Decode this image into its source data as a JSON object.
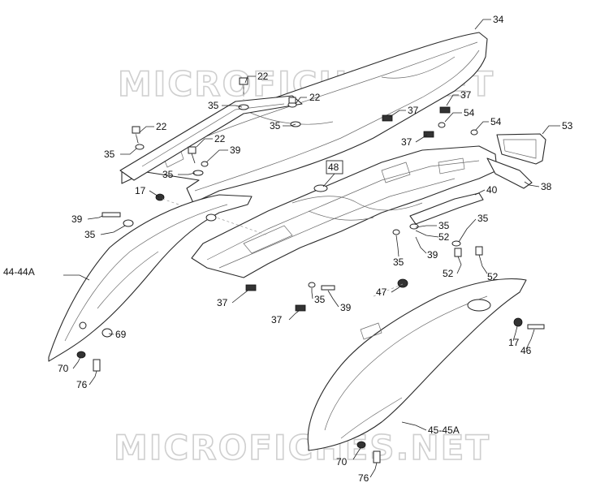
{
  "watermark": {
    "top": "MICROFICHES.NET",
    "bottom": "MICROFICHES.NET"
  },
  "callouts": [
    {
      "id": "c34",
      "text": "34"
    },
    {
      "id": "c22a",
      "text": "22"
    },
    {
      "id": "c22b",
      "text": "22"
    },
    {
      "id": "c22c",
      "text": "22"
    },
    {
      "id": "c22d",
      "text": "22"
    },
    {
      "id": "c35a",
      "text": "35"
    },
    {
      "id": "c35b",
      "text": "35"
    },
    {
      "id": "c35c",
      "text": "35"
    },
    {
      "id": "c35d",
      "text": "35"
    },
    {
      "id": "c35e",
      "text": "35"
    },
    {
      "id": "c35f",
      "text": "35"
    },
    {
      "id": "c35g",
      "text": "35"
    },
    {
      "id": "c35h",
      "text": "35"
    },
    {
      "id": "c35i",
      "text": "35"
    },
    {
      "id": "c37a",
      "text": "37"
    },
    {
      "id": "c37b",
      "text": "37"
    },
    {
      "id": "c37c",
      "text": "37"
    },
    {
      "id": "c37d",
      "text": "37"
    },
    {
      "id": "c37e",
      "text": "37"
    },
    {
      "id": "c54a",
      "text": "54"
    },
    {
      "id": "c54b",
      "text": "54"
    },
    {
      "id": "c53",
      "text": "53"
    },
    {
      "id": "c39a",
      "text": "39"
    },
    {
      "id": "c39b",
      "text": "39"
    },
    {
      "id": "c39c",
      "text": "39"
    },
    {
      "id": "c39d",
      "text": "39"
    },
    {
      "id": "c48",
      "text": "48"
    },
    {
      "id": "c17a",
      "text": "17"
    },
    {
      "id": "c17b",
      "text": "17"
    },
    {
      "id": "c38",
      "text": "38"
    },
    {
      "id": "c40",
      "text": "40"
    },
    {
      "id": "c52a",
      "text": "52"
    },
    {
      "id": "c52b",
      "text": "52"
    },
    {
      "id": "c52c",
      "text": "52"
    },
    {
      "id": "c44",
      "text": "44-44A"
    },
    {
      "id": "c69",
      "text": "69"
    },
    {
      "id": "c70a",
      "text": "70"
    },
    {
      "id": "c70b",
      "text": "70"
    },
    {
      "id": "c76a",
      "text": "76"
    },
    {
      "id": "c76b",
      "text": "76"
    },
    {
      "id": "c47",
      "text": "47"
    },
    {
      "id": "c46",
      "text": "46"
    },
    {
      "id": "c45",
      "text": "45-45A"
    }
  ]
}
